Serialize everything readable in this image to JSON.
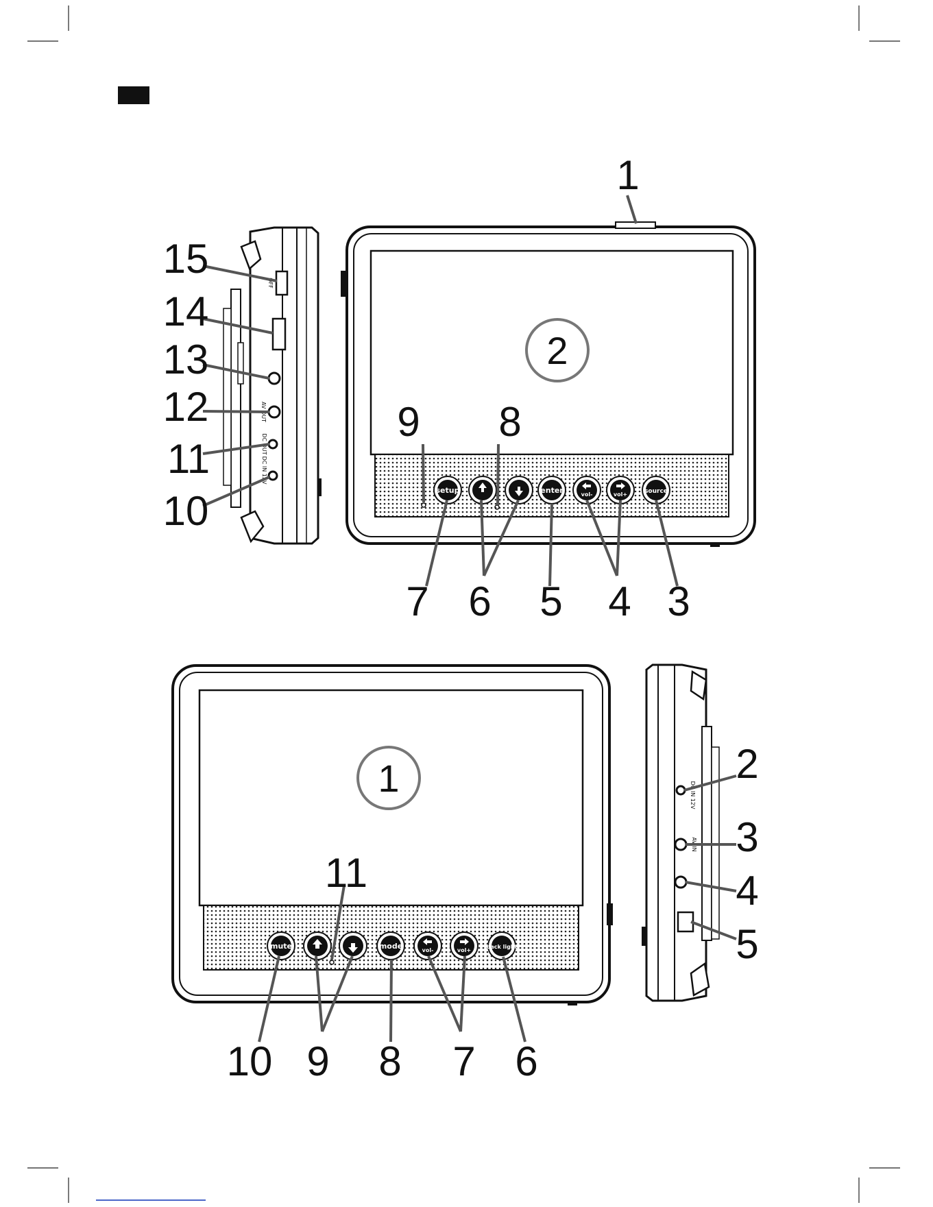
{
  "crop_marks": true,
  "top_device": {
    "screen_badge": "2",
    "buttons": [
      {
        "id": "setup",
        "label": "setup"
      },
      {
        "id": "prev",
        "label": ""
      },
      {
        "id": "next",
        "label": ""
      },
      {
        "id": "enter",
        "label": "enter"
      },
      {
        "id": "vol-minus",
        "label": "vol-"
      },
      {
        "id": "vol-plus",
        "label": "vol+"
      },
      {
        "id": "source",
        "label": "source"
      }
    ],
    "callouts": {
      "n1": "1",
      "n3": "3",
      "n4": "4",
      "n5": "5",
      "n6": "6",
      "n7": "7",
      "n8": "8",
      "n9": "9"
    }
  },
  "left_side_panel": {
    "callouts": [
      "15",
      "14",
      "13",
      "12",
      "11",
      "10"
    ],
    "port_labels": {
      "off": "OFF",
      "av_out": "AV OUT",
      "dc_out": "DC OUT",
      "dc_in": "DC IN 12V"
    }
  },
  "bottom_device": {
    "screen_badge": "1",
    "buttons": [
      {
        "id": "mute",
        "label": "mute"
      },
      {
        "id": "up",
        "label": ""
      },
      {
        "id": "down",
        "label": ""
      },
      {
        "id": "mode",
        "label": "mode"
      },
      {
        "id": "vol-minus",
        "label": "vol-"
      },
      {
        "id": "vol-plus",
        "label": "vol+"
      },
      {
        "id": "backlight",
        "label": "back light"
      }
    ],
    "callouts": {
      "n6": "6",
      "n7": "7",
      "n8": "8",
      "n9": "9",
      "n10": "10",
      "n11": "11"
    }
  },
  "right_side_panel": {
    "callouts": [
      "2",
      "3",
      "4",
      "5"
    ],
    "port_labels": {
      "dc_in": "DC IN 12V",
      "av_in": "AV IN"
    }
  }
}
